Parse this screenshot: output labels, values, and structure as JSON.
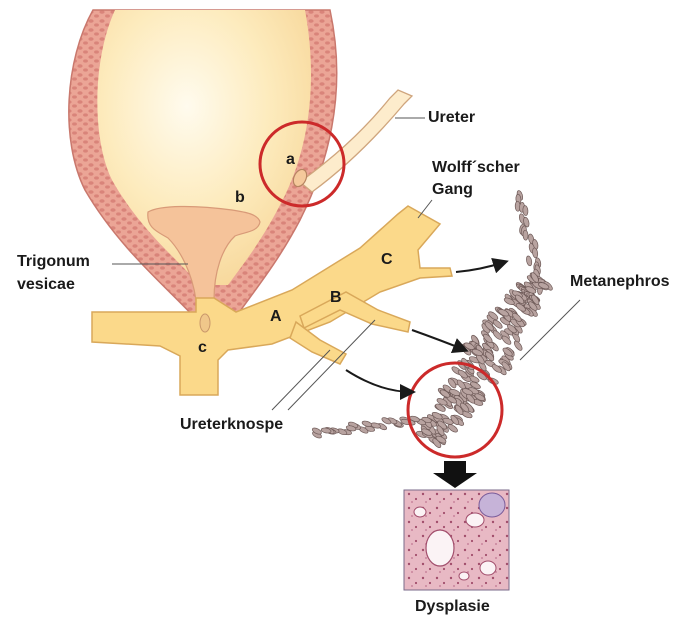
{
  "labels": {
    "ureter": "Ureter",
    "wolff_line1": "Wolff´scher",
    "wolff_line2": "Gang",
    "trigonum_line1": "Trigonum",
    "trigonum_line2": "vesicae",
    "metanephros": "Metanephros",
    "ureterknospe": "Ureterknospe",
    "dysplasie": "Dysplasie"
  },
  "markers": {
    "a": "a",
    "b": "b",
    "c": "c",
    "A": "A",
    "B": "B",
    "C": "C"
  },
  "colors": {
    "bladder_wall": "#e9a79a",
    "bladder_lumen": "#fbe6b3",
    "duct_fill": "#fbd98a",
    "highlight_circle": "#cc2a2a",
    "cell_fill": "#b8a3a0",
    "histology_bg": "#e8b9c4"
  }
}
